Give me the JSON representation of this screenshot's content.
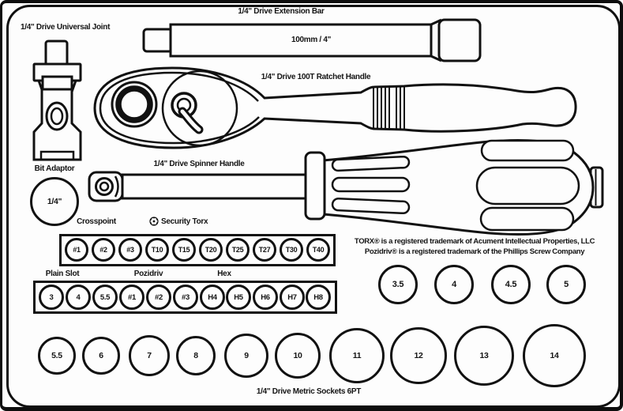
{
  "tray": {
    "labels": {
      "universal_joint": "1/4\" Drive Universal Joint",
      "extension_bar": "1/4\" Drive Extension Bar",
      "extension_bar_length": "100mm / 4\"",
      "ratchet": "1/4\" Drive 100T Ratchet Handle",
      "spinner": "1/4\" Drive Spinner Handle",
      "bit_adaptor": "Bit Adaptor",
      "bit_adaptor_size": "1/4\"",
      "metric_sockets": "1/4\" Drive Metric Sockets 6PT"
    },
    "bit_row1": {
      "group_labels": [
        "Crosspoint",
        "Security Torx"
      ],
      "bits": [
        "#1",
        "#2",
        "#3",
        "T10",
        "T15",
        "T20",
        "T25",
        "T27",
        "T30",
        "T40"
      ]
    },
    "bit_row2": {
      "group_labels": [
        "Plain Slot",
        "Pozidriv",
        "Hex"
      ],
      "bits": [
        "3",
        "4",
        "5.5",
        "#1",
        "#2",
        "#3",
        "H4",
        "H5",
        "H6",
        "H7",
        "H8"
      ]
    },
    "trademark": {
      "line1": "TORX® is a registered trademark of Acument Intellectual Properties, LLC",
      "line2": "Pozidriv® is a registered trademark of the Phillips Screw Company"
    },
    "sockets_small": [
      "3.5",
      "4",
      "4.5",
      "5"
    ],
    "sockets_large": [
      "5.5",
      "6",
      "7",
      "8",
      "9",
      "10",
      "11",
      "12",
      "13",
      "14"
    ],
    "colors": {
      "line": "#111111",
      "background": "#fdfdfd"
    }
  }
}
